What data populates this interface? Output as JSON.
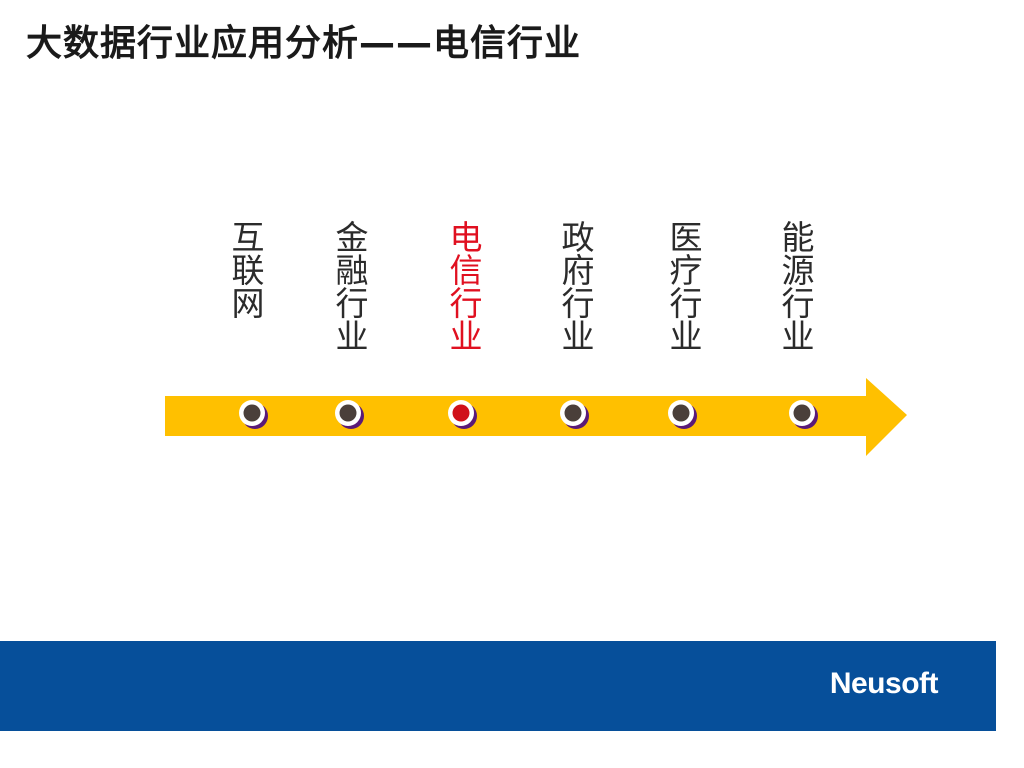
{
  "slide": {
    "title": "大数据行业应用分析——电信行业"
  },
  "industries": [
    {
      "label": "互联网",
      "active": false
    },
    {
      "label": "金融行业",
      "active": false
    },
    {
      "label": "电信行业",
      "active": true
    },
    {
      "label": "政府行业",
      "active": false
    },
    {
      "label": "医疗行业",
      "active": false
    },
    {
      "label": "能源行业",
      "active": false
    }
  ],
  "colors": {
    "arrow": "#ffc000",
    "dot_default": "#4a3f3a",
    "dot_active": "#d0101a",
    "dot_shadow": "#5a1a78",
    "footer": "#064f9a",
    "active_text": "#e01020"
  },
  "icons": {
    "timeline_arrow": "arrow-right-shape",
    "timeline_dot": "circle-marker"
  },
  "footer": {
    "logo_text": "Neusoft"
  }
}
